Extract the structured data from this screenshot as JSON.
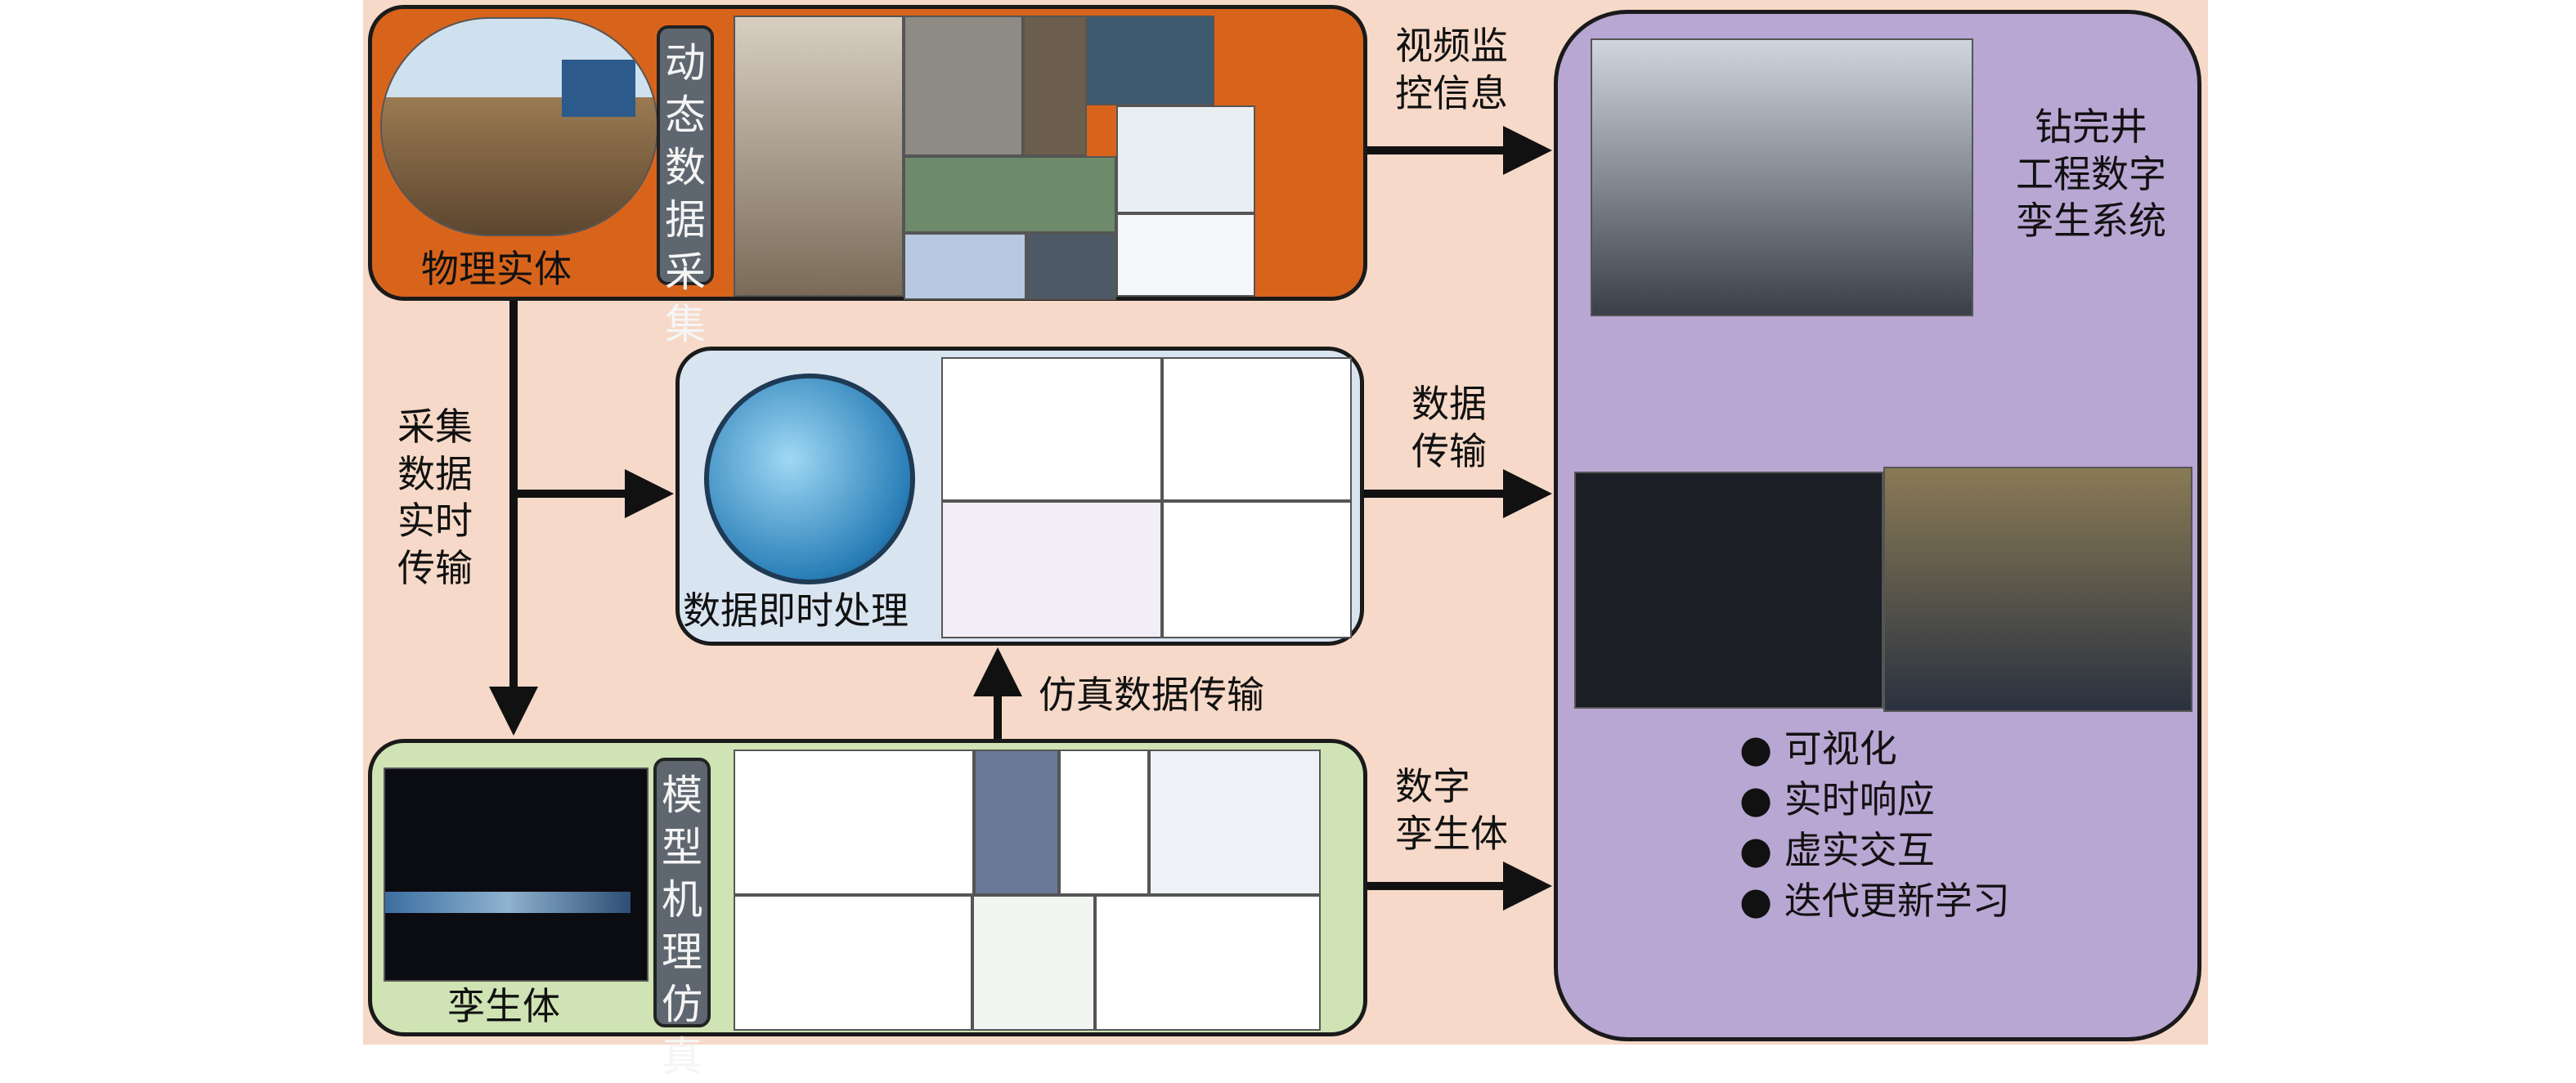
{
  "physical": {
    "tag": "动态数据采集",
    "caption": "物理实体"
  },
  "processing": {
    "caption": "数据即时处理"
  },
  "twin": {
    "tag": "模型机理仿真",
    "caption": "孪生体"
  },
  "system": {
    "title_lines": [
      "钻完井",
      "工程数字",
      "孪生系统"
    ],
    "bullets": [
      "可视化",
      "实时响应",
      "虚实交互",
      "迭代更新学习"
    ]
  },
  "edges": {
    "video": [
      "视频监",
      "控信息"
    ],
    "collect": [
      "采集",
      "数据",
      "实时",
      "传输"
    ],
    "data_tx": [
      "数据",
      "传输"
    ],
    "sim_tx": "仿真数据传输",
    "digital_twin": [
      "数字",
      "孪生体"
    ]
  },
  "colors": {
    "physical": "#d8641c",
    "processing": "#d9e4f1",
    "twin": "#cfe3b4",
    "system": "#b8a6d3",
    "background": "#f6d9c8"
  }
}
